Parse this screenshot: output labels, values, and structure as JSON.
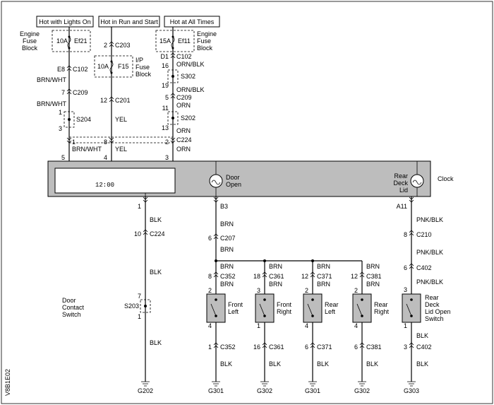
{
  "sources": {
    "lights_on": "Hot with Lights On",
    "run_start": "Hot in Run and Start",
    "all_times": "Hot at All Times"
  },
  "fuse_blocks": {
    "engine_left": {
      "label": [
        "Engine",
        "Fuse",
        "Block"
      ],
      "rating": "10A",
      "fuse": "Ef21"
    },
    "ip": {
      "label": [
        "I/P",
        "Fuse",
        "Block"
      ],
      "rating": "10A",
      "fuse": "F15"
    },
    "engine_right": {
      "label": [
        "Engine",
        "Fuse",
        "Block"
      ],
      "rating": "15A",
      "fuse": "Ef11"
    }
  },
  "col1": {
    "e8": "E8",
    "c102": "C102",
    "wire1": "BRN/WHT",
    "pin7": "7",
    "c209": "C209",
    "wire2": "BRN/WHT",
    "s204_top": "1",
    "s204": "S204",
    "s204_bot": "3",
    "pin1": "1",
    "wire3": "BRN/WHT",
    "pin5": "5"
  },
  "col2": {
    "pin2": "2",
    "c203": "C203",
    "pin12": "12",
    "c201": "C201",
    "wire": "YEL",
    "pin8": "8",
    "wire2": "YEL",
    "pin4": "4"
  },
  "col3": {
    "d1": "D1",
    "c102": "C102",
    "pin16": "16",
    "wire1": "ORN/BLK",
    "s302": "S302",
    "pin19": "19",
    "wire2": "ORN/BLK",
    "pin5": "5",
    "c209": "C209",
    "pin11": "11",
    "wire3": "ORN",
    "s202": "S202",
    "pin13": "13",
    "wire4": "ORN",
    "pin2": "2",
    "c224": "C224",
    "wire5": "ORN",
    "pin3": "3"
  },
  "clock": {
    "label": "Clock",
    "display": "12:00",
    "door_open": [
      "Door",
      "Open"
    ],
    "rear_deck": [
      "Rear",
      "Deck",
      "Lid"
    ]
  },
  "ground_col": {
    "pin1": "1",
    "wire1": "BLK",
    "pin10": "10",
    "c224": "C224",
    "wire2": "BLK",
    "s203_top": "7",
    "s203": "S203",
    "s203_bot": "1",
    "wire3": "BLK",
    "ground": "G202"
  },
  "door_col": {
    "b3": "B3",
    "wire1": "BRN",
    "pin6": "6",
    "c207": "C207",
    "wire2": "BRN"
  },
  "switches": [
    {
      "wire_top": "BRN",
      "pin_a": "8",
      "conn": "C352",
      "wire_mid": "BRN",
      "pin_top": "2",
      "name": [
        "Front",
        "Left"
      ],
      "pin_bot": "4",
      "pin_b": "1",
      "conn_b": "C352",
      "wire_bot": "BLK",
      "ground": "G301"
    },
    {
      "wire_top": "BRN",
      "pin_a": "18",
      "conn": "C361",
      "wire_mid": "BRN",
      "pin_top": "3",
      "name": [
        "Front",
        "Right"
      ],
      "pin_bot": "1",
      "pin_b": "16",
      "conn_b": "C361",
      "wire_bot": "BLK",
      "ground": "G302"
    },
    {
      "wire_top": "BRN",
      "pin_a": "12",
      "conn": "C371",
      "wire_mid": "BRN",
      "pin_top": "2",
      "name": [
        "Rear",
        "Left"
      ],
      "pin_bot": "4",
      "pin_b": "6",
      "conn_b": "C371",
      "wire_bot": "BLK",
      "ground": "G301"
    },
    {
      "wire_top": "BRN",
      "pin_a": "12",
      "conn": "C381",
      "wire_mid": "BRN",
      "pin_top": "2",
      "name": [
        "Rear",
        "Right"
      ],
      "pin_bot": "4",
      "pin_b": "6",
      "conn_b": "C381",
      "wire_bot": "BLK",
      "ground": "G302"
    }
  ],
  "door_switch_label": [
    "Door",
    "Contact",
    "Switch"
  ],
  "rear_col": {
    "a11": "A11",
    "wire1": "PNK/BLK",
    "pin8": "8",
    "c210": "C210",
    "wire2": "PNK/BLK",
    "pin6": "6",
    "c402": "C402",
    "wire3": "PNK/BLK",
    "pin3": "3",
    "name": [
      "Rear",
      "Deck",
      "Lid Open",
      "Switch"
    ],
    "pin1": "1",
    "wire4": "BLK",
    "pin3b": "3",
    "c402b": "C402",
    "wire5": "BLK",
    "ground": "G303"
  },
  "figure_id": "V8B1E02"
}
